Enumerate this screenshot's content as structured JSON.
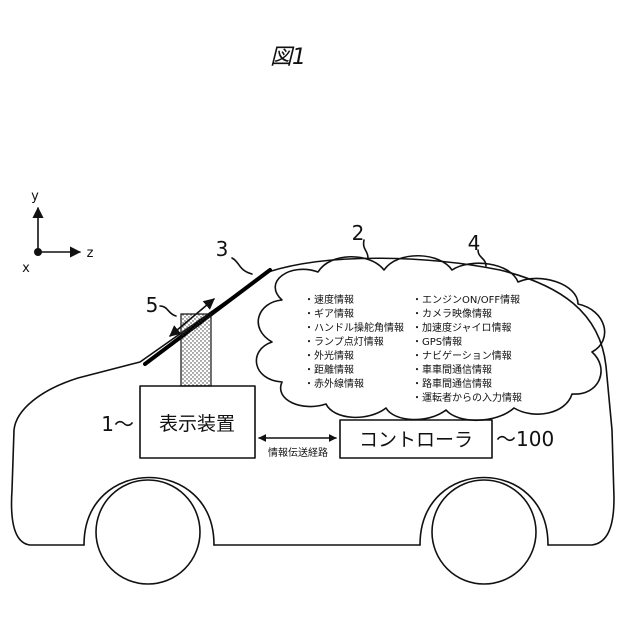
{
  "figure": {
    "title": "図1"
  },
  "axes": {
    "y": "y",
    "x": "x",
    "z": "z"
  },
  "callouts": {
    "windshield_ref": "3",
    "body_ref": "2",
    "cloud_ref": "4",
    "projection_ref": "5",
    "display_ref": "1～",
    "controller_ref": "～100"
  },
  "boxes": {
    "display": "表示装置",
    "controller": "コントローラ",
    "link": "情報伝送経路"
  },
  "cloud": {
    "left_items": [
      "・速度情報",
      "・ギア情報",
      "・ハンドル操舵角情報",
      "・ランプ点灯情報",
      "・外光情報",
      "・距離情報",
      "・赤外線情報"
    ],
    "right_items": [
      "・エンジンON/OFF情報",
      "・カメラ映像情報",
      "・加速度ジャイロ情報",
      "・GPS情報",
      "・ナビゲーション情報",
      "・車車間通信情報",
      "・路車間通信情報",
      "・運転者からの入力情報"
    ]
  }
}
